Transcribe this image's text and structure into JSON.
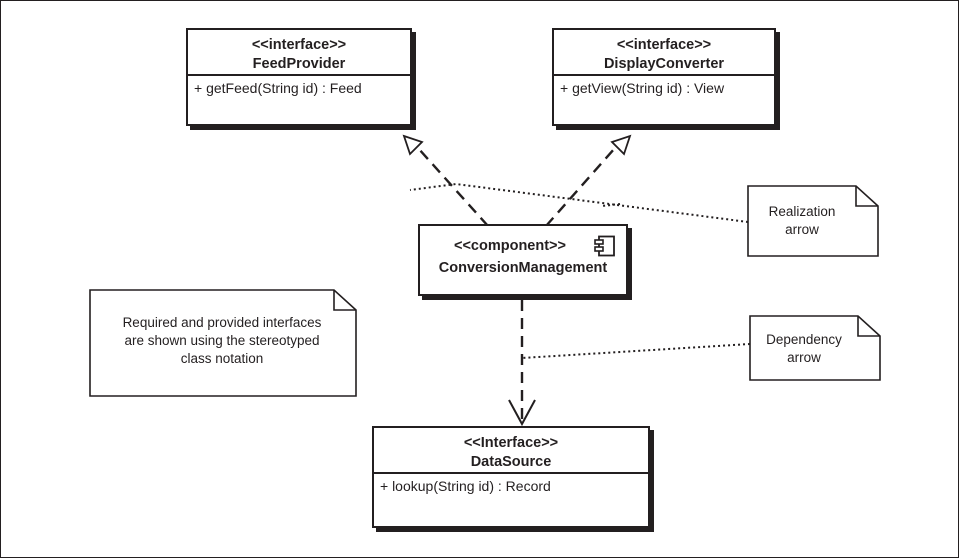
{
  "interfaces": {
    "feed_provider": {
      "stereotype": "<<interface>>",
      "name": "FeedProvider",
      "operation": "+ getFeed(String id) : Feed"
    },
    "display_converter": {
      "stereotype": "<<interface>>",
      "name": "DisplayConverter",
      "operation": "+ getView(String id) : View"
    },
    "data_source": {
      "stereotype": "<<Interface>>",
      "name": "DataSource",
      "operation": "+ lookup(String id) : Record"
    }
  },
  "component": {
    "stereotype": "<<component>>",
    "name": "ConversionManagement",
    "icon": "uml-component-icon"
  },
  "notes": {
    "required_provided": {
      "lines": [
        "Required and provided interfaces",
        "are shown using the stereotyped",
        "class notation"
      ]
    },
    "realization": {
      "lines": [
        "Realization",
        "arrow"
      ]
    },
    "dependency": {
      "lines": [
        "Dependency",
        "arrow"
      ]
    }
  },
  "colors": {
    "ink": "#231f20",
    "background": "#ffffff"
  }
}
